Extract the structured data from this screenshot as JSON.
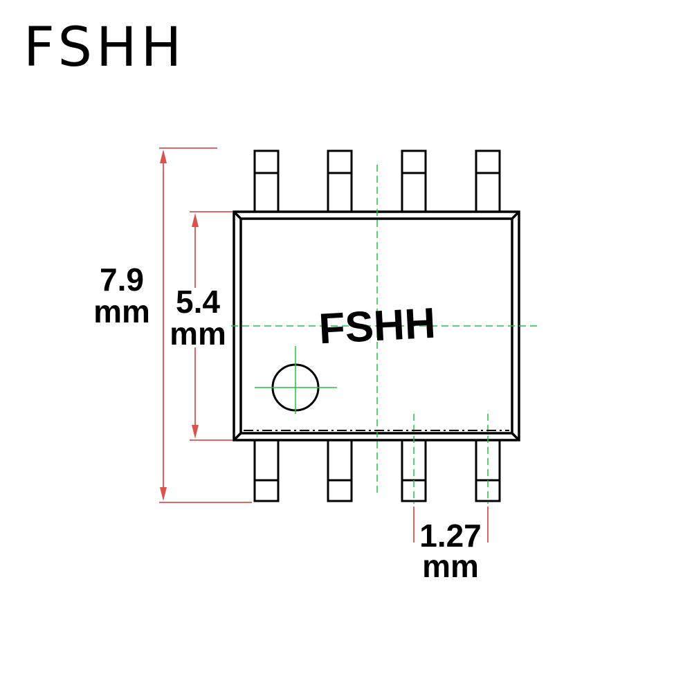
{
  "brand": {
    "text": "FSHH"
  },
  "chip": {
    "marking": "FSHH",
    "pins_per_side": 4
  },
  "dimensions": {
    "total_height": {
      "value": "7.9",
      "unit": "mm"
    },
    "body_height": {
      "value": "5.4",
      "unit": "mm"
    },
    "pin_pitch": {
      "value": "1.27",
      "unit": "mm"
    }
  },
  "colors": {
    "outline": "#000000",
    "dimension_line": "#d9534f",
    "center_line": "#22c33a"
  }
}
